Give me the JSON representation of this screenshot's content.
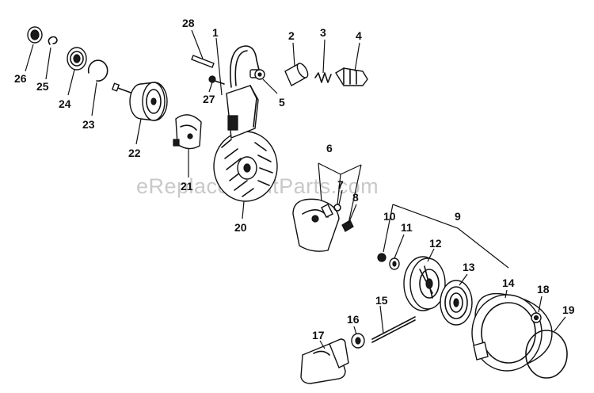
{
  "watermark": "eReplacementParts.com",
  "callouts": {
    "c1": "1",
    "c2": "2",
    "c3": "3",
    "c4": "4",
    "c5": "5",
    "c6": "6",
    "c7": "7",
    "c8": "8",
    "c9": "9",
    "c10": "10",
    "c11": "11",
    "c12": "12",
    "c13": "13",
    "c14": "14",
    "c15": "15",
    "c16": "16",
    "c17": "17",
    "c18": "18",
    "c19": "19",
    "c20": "20",
    "c21": "21",
    "c22": "22",
    "c23": "23",
    "c24": "24",
    "c25": "25",
    "c26": "26",
    "c27": "27",
    "c28": "28"
  }
}
